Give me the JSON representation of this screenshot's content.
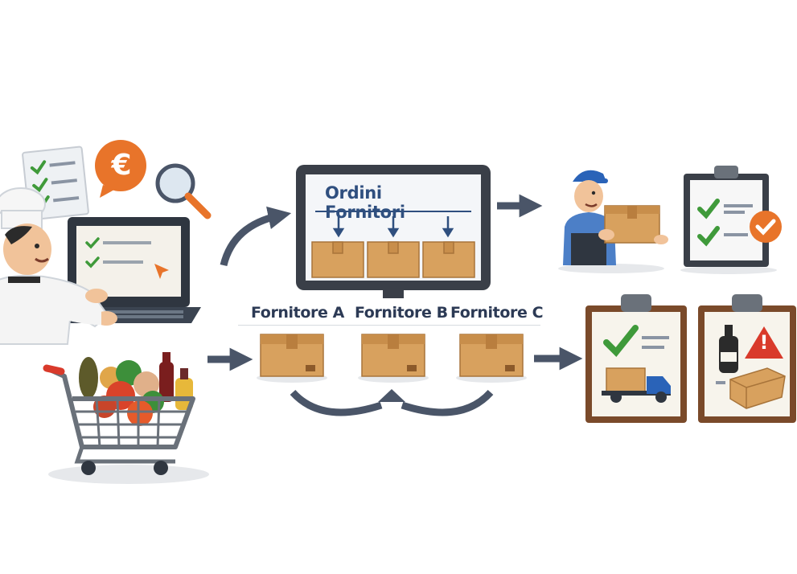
{
  "monitor": {
    "title": "Ordini Fornitori"
  },
  "suppliers": [
    {
      "label": "Fornitore A"
    },
    {
      "label": "Fornitore B"
    },
    {
      "label": "Fornitore C"
    }
  ],
  "icons": {
    "currency": "€",
    "warning": "!"
  },
  "colors": {
    "check": "#3f9a3a",
    "orange": "#e8742a",
    "arrow": "#4a5568",
    "box": "#d8a15e",
    "navy": "#2c3a55",
    "warning": "#d93a2b",
    "truck": "#2a63b8"
  }
}
